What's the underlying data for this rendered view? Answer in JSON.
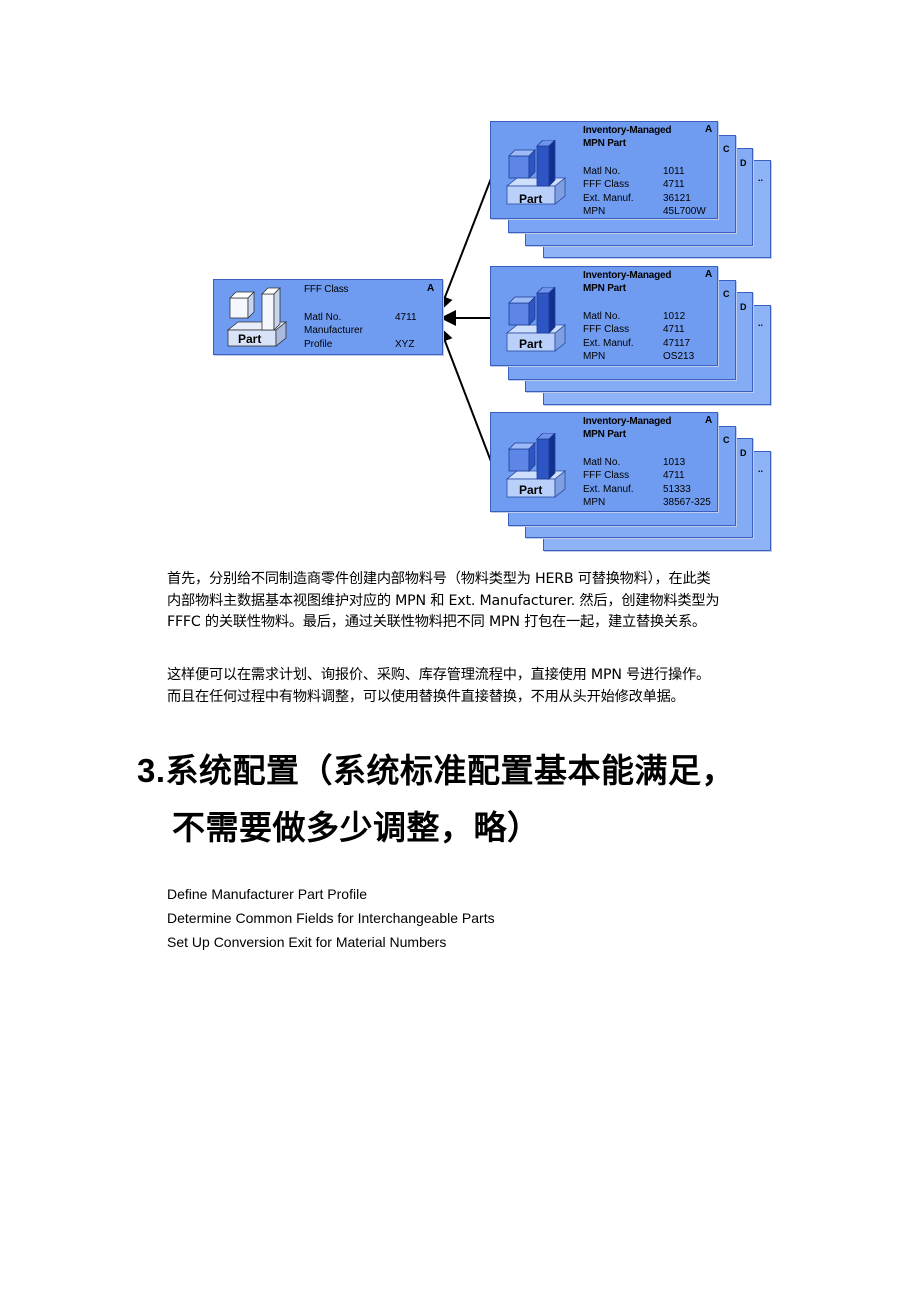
{
  "diagram": {
    "source_card": {
      "title": "FFF Class",
      "letter": "A",
      "part_label": "Part",
      "fields": [
        {
          "label": "Matl No.",
          "value": "4711"
        },
        {
          "label": "Manufacturer",
          "value": ""
        },
        {
          "label": "Profile",
          "value": "XYZ"
        }
      ]
    },
    "target_groups": [
      {
        "title_line1": "Inventory-Managed",
        "title_line2": "MPN Part",
        "letter_front": "A",
        "letter_c": "C",
        "letter_d": "D",
        "letter_more": "..",
        "part_label": "Part",
        "fields": [
          {
            "label": "Matl No.",
            "value": "1011"
          },
          {
            "label": "FFF Class",
            "value": "4711"
          },
          {
            "label": "Ext. Manuf.",
            "value": "36121"
          },
          {
            "label": "MPN",
            "value": "45L700W"
          }
        ]
      },
      {
        "title_line1": "Inventory-Managed",
        "title_line2": "MPN Part",
        "letter_front": "A",
        "letter_c": "C",
        "letter_d": "D",
        "letter_more": "..",
        "part_label": "Part",
        "fields": [
          {
            "label": "Matl No.",
            "value": "1012"
          },
          {
            "label": "FFF Class",
            "value": "4711"
          },
          {
            "label": "Ext. Manuf.",
            "value": "47117"
          },
          {
            "label": "MPN",
            "value": "OS213"
          }
        ]
      },
      {
        "title_line1": "Inventory-Managed",
        "title_line2": "MPN Part",
        "letter_front": "A",
        "letter_c": "C",
        "letter_d": "D",
        "letter_more": "..",
        "part_label": "Part",
        "fields": [
          {
            "label": "Matl No.",
            "value": "1013"
          },
          {
            "label": "FFF Class",
            "value": "4711"
          },
          {
            "label": "Ext. Manuf.",
            "value": "51333"
          },
          {
            "label": "MPN",
            "value": "38567-325"
          }
        ]
      }
    ]
  },
  "paragraph1": {
    "lines": [
      "首先，分别给不同制造商零件创建内部物料号（物料类型为 HERB 可替换物料），在此类",
      "内部物料主数据基本视图维护对应的 MPN 和 Ext. Manufacturer. 然后，创建物料类型为",
      "FFFC 的关联性物料。最后，通过关联性物料把不同 MPN 打包在一起，建立替换关系。"
    ]
  },
  "paragraph2": {
    "lines": [
      "这样便可以在需求计划、询报价、采购、库存管理流程中，直接使用 MPN 号进行操作。",
      "而且在任何过程中有物料调整，可以使用替换件直接替换，不用从头开始修改单据。"
    ]
  },
  "heading": {
    "number": "3.",
    "line1": "系统配置（系统标准配置基本能满足，",
    "line2": "不需要做多少调整，略）"
  },
  "config_items": [
    "Define Manufacturer Part Profile",
    "Determine Common Fields for Interchangeable Parts",
    "Set Up Conversion Exit for Material Numbers"
  ],
  "colors": {
    "card_fill": "#6f9cf0",
    "card_border": "#3b5fbf",
    "arrow": "#000000"
  }
}
